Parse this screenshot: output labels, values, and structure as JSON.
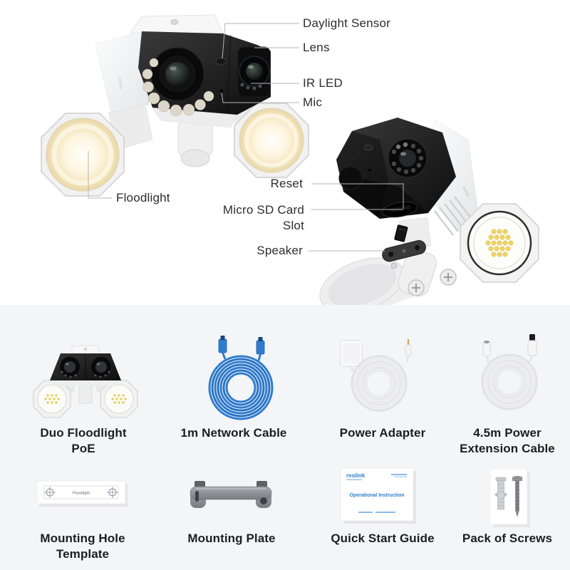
{
  "brand": "reolink",
  "diagram": {
    "labels": {
      "daylight_sensor": "Daylight Sensor",
      "lens": "Lens",
      "ir_led": "IR LED",
      "mic": "Mic",
      "floodlight": "Floodlight",
      "reset": "Reset",
      "micro_sd_card": "Micro SD Card",
      "micro_sd_slot": "Slot",
      "speaker": "Speaker"
    }
  },
  "box_contents": {
    "items": [
      {
        "label": "Duo Floodlight PoE",
        "icon": "duo-floodlight-camera"
      },
      {
        "label": "1m Network Cable",
        "icon": "network-cable-coil"
      },
      {
        "label": "Power Adapter",
        "icon": "power-adapter-coil"
      },
      {
        "label": "4.5m Power Extension Cable",
        "icon": "extension-cable-coil"
      },
      {
        "label": "Mounting Hole Template",
        "icon": "mounting-template"
      },
      {
        "label": "Mounting Plate",
        "icon": "mounting-plate"
      },
      {
        "label": "Quick Start Guide",
        "icon": "quick-start-guide"
      },
      {
        "label": "Pack of Screws",
        "icon": "screws-pack"
      }
    ],
    "template_sheet_text": "Floodlight",
    "guide": {
      "brand": "reolink",
      "title": "Operational Instruction"
    }
  },
  "colors": {
    "panel_background": "#f4f5f6",
    "cable_blue": "#2f7dd1",
    "floodlight_warm": "#f6e8c3",
    "led_yellow": "#ecd467",
    "label_text": "#2d2d2d"
  }
}
